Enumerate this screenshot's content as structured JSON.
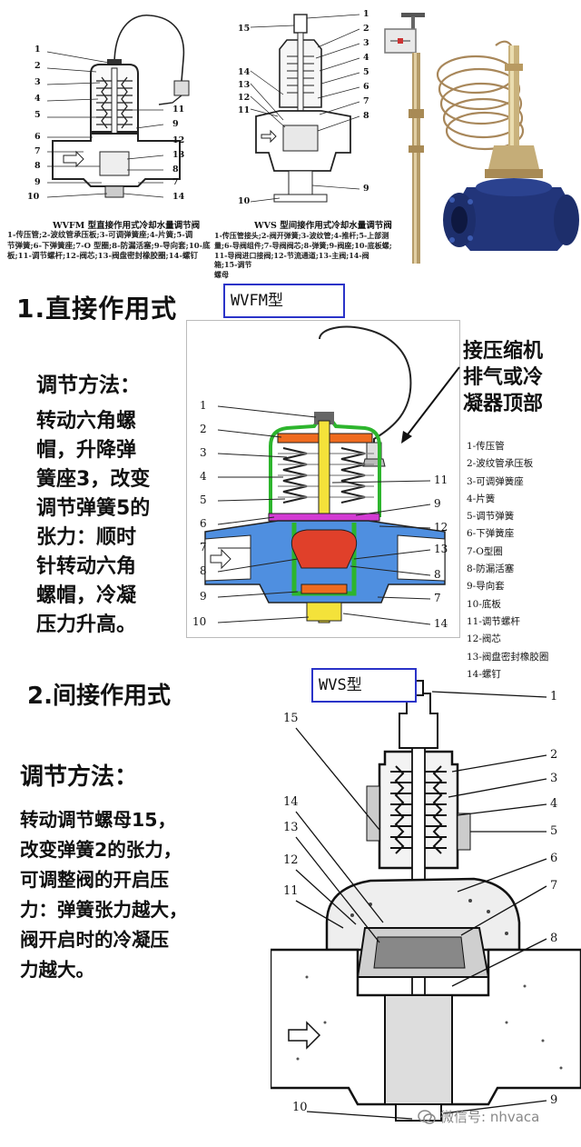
{
  "top": {
    "fig1": {
      "numbers_left": [
        "1",
        "2",
        "3",
        "4",
        "5",
        "6",
        "7",
        "8",
        "9",
        "10"
      ],
      "numbers_right": [
        "11",
        "9",
        "12",
        "13",
        "8",
        "7",
        "14"
      ],
      "title": "WVFM 型直接作用式冷却水量调节阀",
      "caption": [
        "1-传压管;2-波纹管承压板;3-可调弹簧座;4-片簧;5-调",
        "节弹簧;6-下弹簧座;7-O 型圈;8-防漏活塞;9-导向套;10-底",
        "板;11-调节螺杆;12-阀芯;13-阀盘密封橡胶圈;14-螺钉"
      ]
    },
    "fig2": {
      "numbers_left": [
        "15",
        "14",
        "13",
        "12",
        "11",
        "10"
      ],
      "numbers_right": [
        "1",
        "2",
        "3",
        "4",
        "5",
        "6",
        "7",
        "8",
        "9"
      ],
      "title": "WVS 型间接作用式冷却水量调节阀",
      "caption": [
        "1-传压管接头;2-阀开弹簧;3-波纹管;4-推杆;5-上部测",
        "量;6-导阀组件;7-导阀阀芯;8-弹簧;9-阀座;10-底板螺;",
        "11-导阀进口接阀;12-节流通道;13-主阀;14-阀箱;15-调节",
        "螺母"
      ]
    }
  },
  "section1": {
    "heading": "1.直接作用式",
    "model": "WVFM型",
    "method_title": "调节方法：",
    "method_lines": [
      "转动六角螺",
      "帽，升降弹",
      "簧座3，改变",
      "调节弹簧5的",
      "张力：顺时",
      "针转动六角",
      "螺帽，冷凝",
      "压力升高。"
    ],
    "side_note": [
      "接压缩机",
      "排气或冷",
      "凝器顶部"
    ],
    "legend": [
      "1-传压管",
      "2-波纹管承压板",
      "3-可调弹簧座",
      "4-片簧",
      "5-调节弹簧",
      "6-下弹簧座",
      "7-O型圈",
      "8-防漏活塞",
      "9-导向套",
      "10-底板",
      "11-调节螺杆",
      "12-阀芯",
      "13-阀盘密封橡胶圈",
      "14-螺钉"
    ],
    "diagram_numbers_left": [
      "1",
      "2",
      "3",
      "4",
      "5",
      "6",
      "7",
      "8",
      "9",
      "10"
    ],
    "diagram_numbers_right": [
      "11",
      "9",
      "12",
      "13",
      "8",
      "7",
      "14"
    ]
  },
  "section2": {
    "heading": "2.间接作用式",
    "model": "WVS型",
    "method_title": "调节方法：",
    "method_lines": [
      "转动调节螺母15，",
      "改变弹簧2的张力，",
      "可调整阀的开启压",
      "力：弹簧张力越大，",
      "阀开启时的冷凝压",
      "力越大。"
    ],
    "diagram_numbers_left": [
      "15",
      "14",
      "13",
      "12",
      "11",
      "10"
    ],
    "diagram_numbers_right": [
      "1",
      "2",
      "3",
      "4",
      "5",
      "6",
      "7",
      "8",
      "9"
    ]
  },
  "watermark": "微信号: nhvaca",
  "colors": {
    "frame_border": "#2a33c8",
    "body_blue": "#4f8fe0",
    "green": "#2db52d",
    "orange": "#ef6b1f",
    "yellow": "#f4e23a",
    "red": "#e0402a",
    "magenta": "#d23ad2",
    "valve_blue": "#22357a"
  }
}
